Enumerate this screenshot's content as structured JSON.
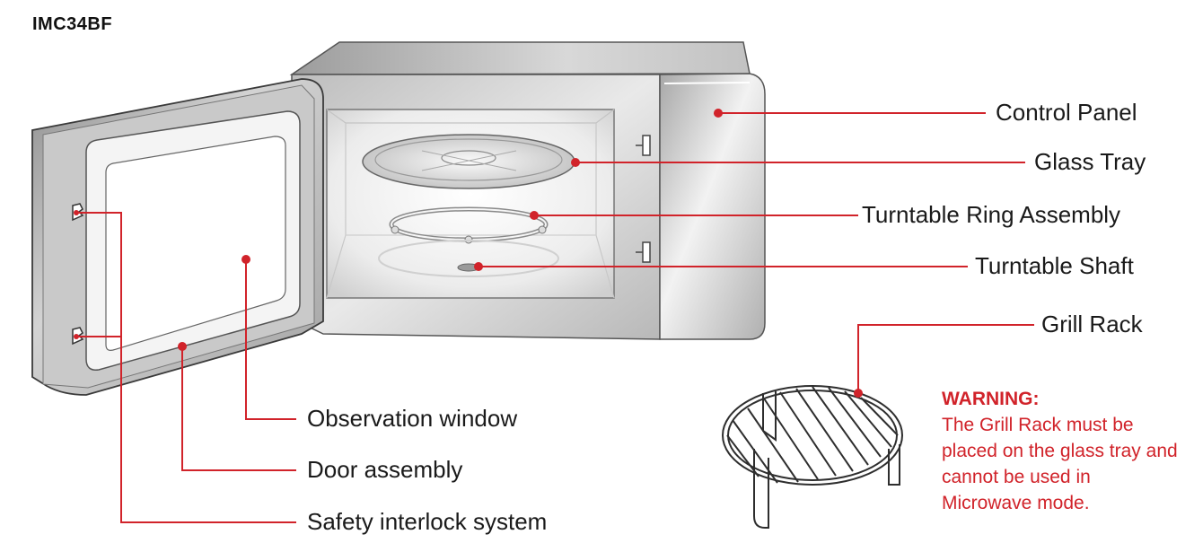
{
  "model": "IMC34BF",
  "labels": {
    "control_panel": "Control Panel",
    "glass_tray": "Glass Tray",
    "turntable_ring": "Turntable Ring Assembly",
    "turntable_shaft": "Turntable Shaft",
    "grill_rack": "Grill Rack",
    "observation_window": "Observation window",
    "door_assembly": "Door assembly",
    "safety_interlock": "Safety interlock system"
  },
  "warning": {
    "title": "WARNING:",
    "text": "The Grill Rack must be placed on the glass tray and cannot be used in Microwave mode."
  },
  "colors": {
    "leader": "#d1232a",
    "body_light": "#e8e8e8",
    "body_dark": "#a9a9a9",
    "outline": "#3a3a3a"
  }
}
